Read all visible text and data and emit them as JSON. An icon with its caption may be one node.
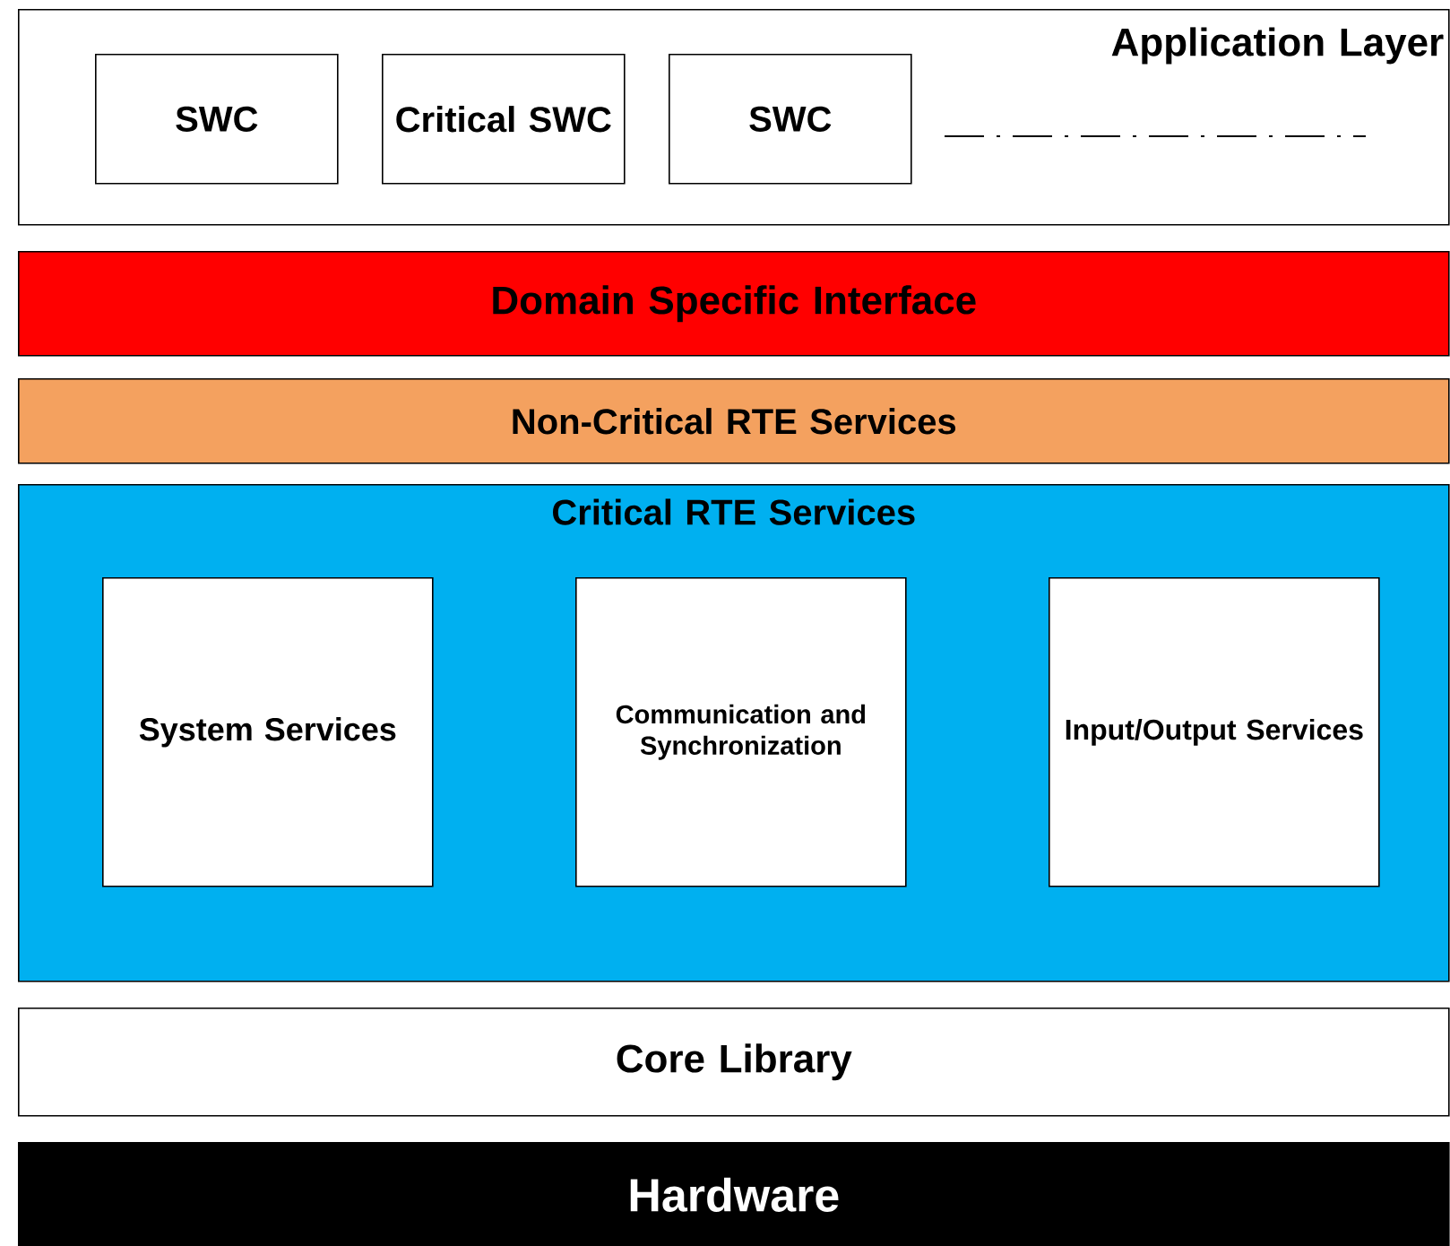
{
  "diagram": {
    "nodes": [
      {
        "text": [
          "Application Layer"
        ]
      },
      {
        "text": [
          "SWC"
        ],
        "in": 0
      },
      {
        "text": [
          "Critical SWC"
        ],
        "in": 0
      },
      {
        "text": [
          "SWC"
        ],
        "in": 0
      },
      {
        "text": [
          "Domain Specific Interface"
        ]
      },
      {
        "text": [
          "Non-Critical RTE Services"
        ]
      },
      {
        "text": [
          "Critical RTE Services"
        ]
      },
      {
        "text": [
          "System Services"
        ],
        "in": 6
      },
      {
        "text": [
          "Communication and Synchronization"
        ],
        "in": 6
      },
      {
        "text": [
          "Input/Output Services"
        ],
        "in": 6
      },
      {
        "text": [
          "Core Library"
        ]
      },
      {
        "text": [
          "Hardware"
        ]
      }
    ]
  }
}
